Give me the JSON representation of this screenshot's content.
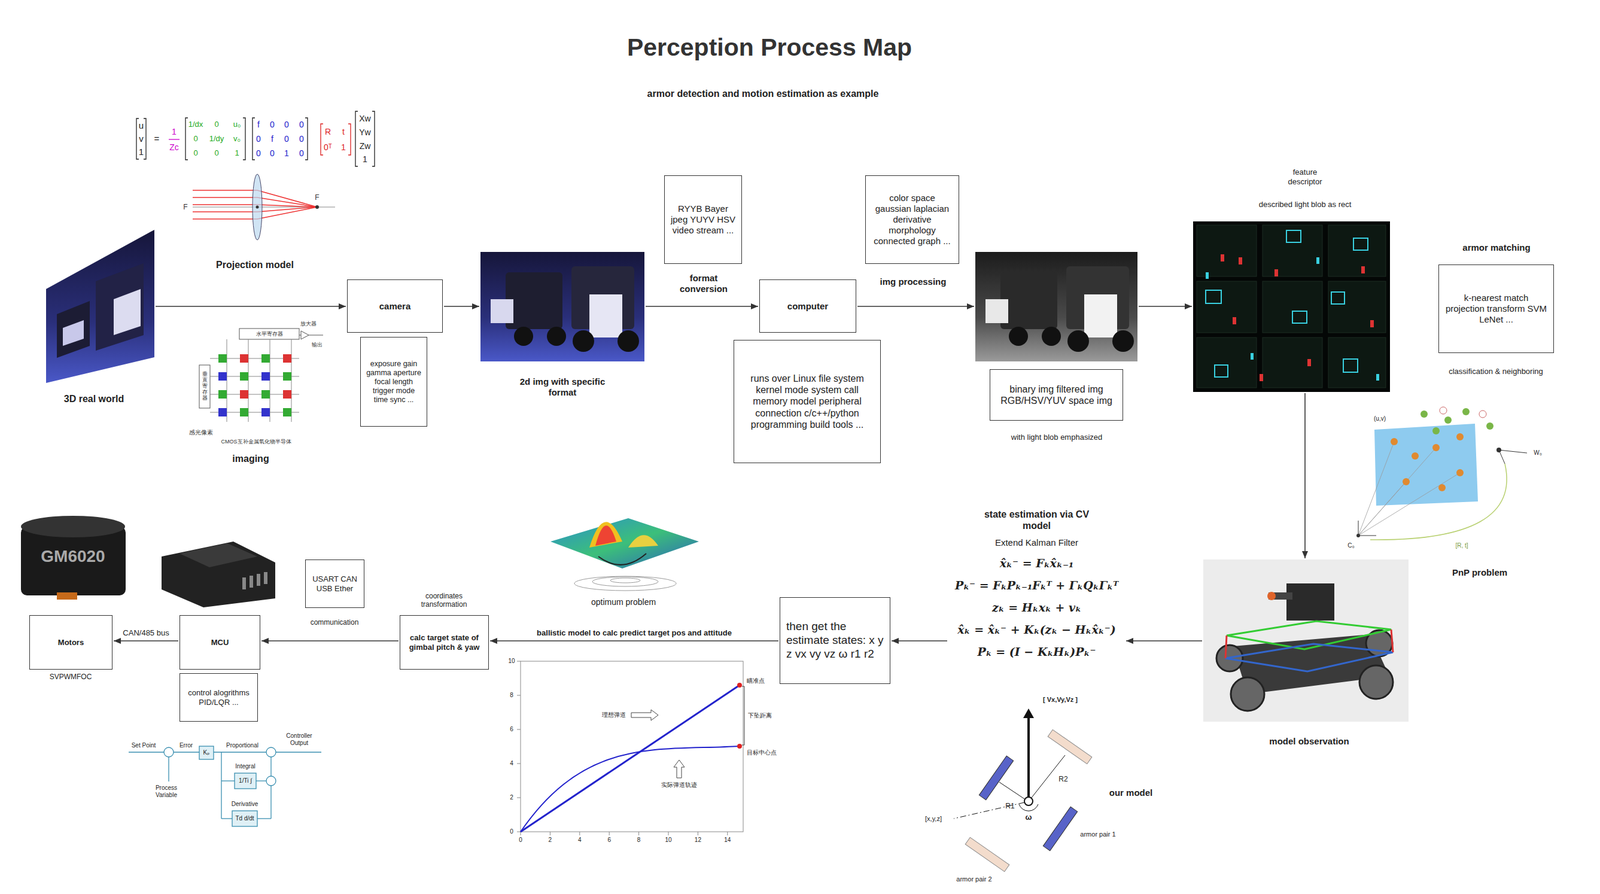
{
  "diagram": {
    "title": "Perception Process Map",
    "nodes": [
      {
        "text": [
          "3D real world"
        ]
      },
      {
        "text": [
          "camera"
        ]
      },
      {
        "text": [
          "exposure gain gamma aperture focal length trigger mode time sync ..."
        ]
      },
      {
        "text": [
          "2d img with specific format"
        ]
      },
      {
        "text": [
          "RYYB Bayer jpeg YUYV HSV video stream ...",
          "format conversion"
        ]
      },
      {
        "text": [
          "computer"
        ]
      },
      {
        "text": [
          "runs over Linux file system kernel mode system call memory model peripheral connection c/c++/python programming build tools ..."
        ]
      },
      {
        "text": [
          "color space gaussian laplacian derivative morphology connected graph ...",
          "img processing"
        ]
      },
      {
        "text": [
          "binary img filtered img RGB/HSV/YUV space img",
          "with light blob emphasized"
        ]
      },
      {
        "text": [
          "feature descriptor",
          "described light blob as rect"
        ]
      },
      {
        "text": [
          "armor matching",
          "k-nearest match projection transform SVM LeNet ..."
        ]
      },
      {
        "text": [
          "state estimation via CV model",
          "Extend Kalman Filter",
          "x̂ₖ⁻ = Fₖx̂ₖ₋₁",
          "Pₖ⁻ = FₖPₖ₋₁Fₖᵀ + ΓₖQₖΓₖᵀ",
          "zₖ = Hₖxₖ + vₖ",
          "x̂ₖ = x̂ₖ⁻ + Kₖ(zₖ − Hₖx̂ₖ⁻)",
          "Pₖ = (I − KₖHₖ)Pₖ⁻"
        ]
      },
      {
        "text": [
          "model observation"
        ]
      },
      {
        "text": [
          "then get the estimate states: x y z vx vy vz ω r1 r2"
        ]
      },
      {
        "text": [
          "calc target state of gimbal pitch & yaw"
        ]
      },
      {
        "text": [
          "USART CAN USB Ether"
        ]
      },
      {
        "text": [
          "MCU"
        ]
      },
      {
        "text": [
          "Motors"
        ]
      },
      {
        "text": [
          "control alogrithms PID/LQR ..."
        ]
      }
    ],
    "edges": [
      {
        "from": 0,
        "to": 1,
        "arrow": "to"
      },
      {
        "from": 1,
        "to": 3,
        "arrow": "to"
      },
      {
        "from": 3,
        "to": 5,
        "arrow": "to"
      },
      {
        "from": 5,
        "to": 8,
        "arrow": "to"
      },
      {
        "from": 8,
        "to": 9,
        "arrow": "to"
      },
      {
        "from": 9,
        "to": 12,
        "arrow": "to"
      },
      {
        "from": 12,
        "to": 11,
        "arrow": "to"
      },
      {
        "from": 11,
        "to": 13,
        "arrow": "to"
      },
      {
        "from": 13,
        "to": 14,
        "label": "ballistic model to calc predict target pos and attitude",
        "arrow": "to"
      },
      {
        "from": 14,
        "to": 16,
        "arrow": "to"
      },
      {
        "from": 16,
        "to": 17,
        "label": "CAN/485 bus",
        "arrow": "to"
      }
    ],
    "labels": [
      "armor detection and motion estimation as example",
      "u",
      "v",
      "1",
      "=",
      "1",
      "Zc",
      "1/dx",
      "0",
      "u₀",
      "0",
      "1/dy",
      "v₀",
      "0",
      "0",
      "1",
      "f",
      "0",
      "0",
      "0",
      "0",
      "f",
      "0",
      "0",
      "0",
      "0",
      "1",
      "0",
      "R",
      "t",
      "0ᵀ",
      "1",
      "Xw",
      "Yw",
      "Zw",
      "1",
      "Projection model",
      "F",
      "F",
      "水平寄存器",
      "放大器",
      "输出",
      "垂直寄存器",
      "感光像素",
      "CMOS互补金属氧化物半导体",
      "imaging",
      "classification & neighboring",
      "(u,v)",
      "W₀",
      "[R, t]",
      "C₀",
      "PnP problem",
      "[ Vx,Vy,Vz ]",
      "R1",
      "R2",
      "ω",
      "[x,y,z]",
      "armor pair 1",
      "armor pair 2",
      "our model",
      "optimum problem",
      "coordinates transformation",
      "communication",
      "SVPWMFOC",
      "GM6020",
      "Set Point",
      "Error",
      "Kₚ",
      "Proportional",
      "Controller Output",
      "Integral",
      "1/Ti ∫",
      "Derivative",
      "Td d/dt",
      "Process Variable",
      "0",
      "2",
      "4",
      "6",
      "8",
      "10",
      "12",
      "14",
      "0",
      "2",
      "4",
      "6",
      "8",
      "10",
      "理想弹道",
      "实际弹道轨迹",
      "瞄准点",
      "下坠距离",
      "目标中心点"
    ]
  }
}
